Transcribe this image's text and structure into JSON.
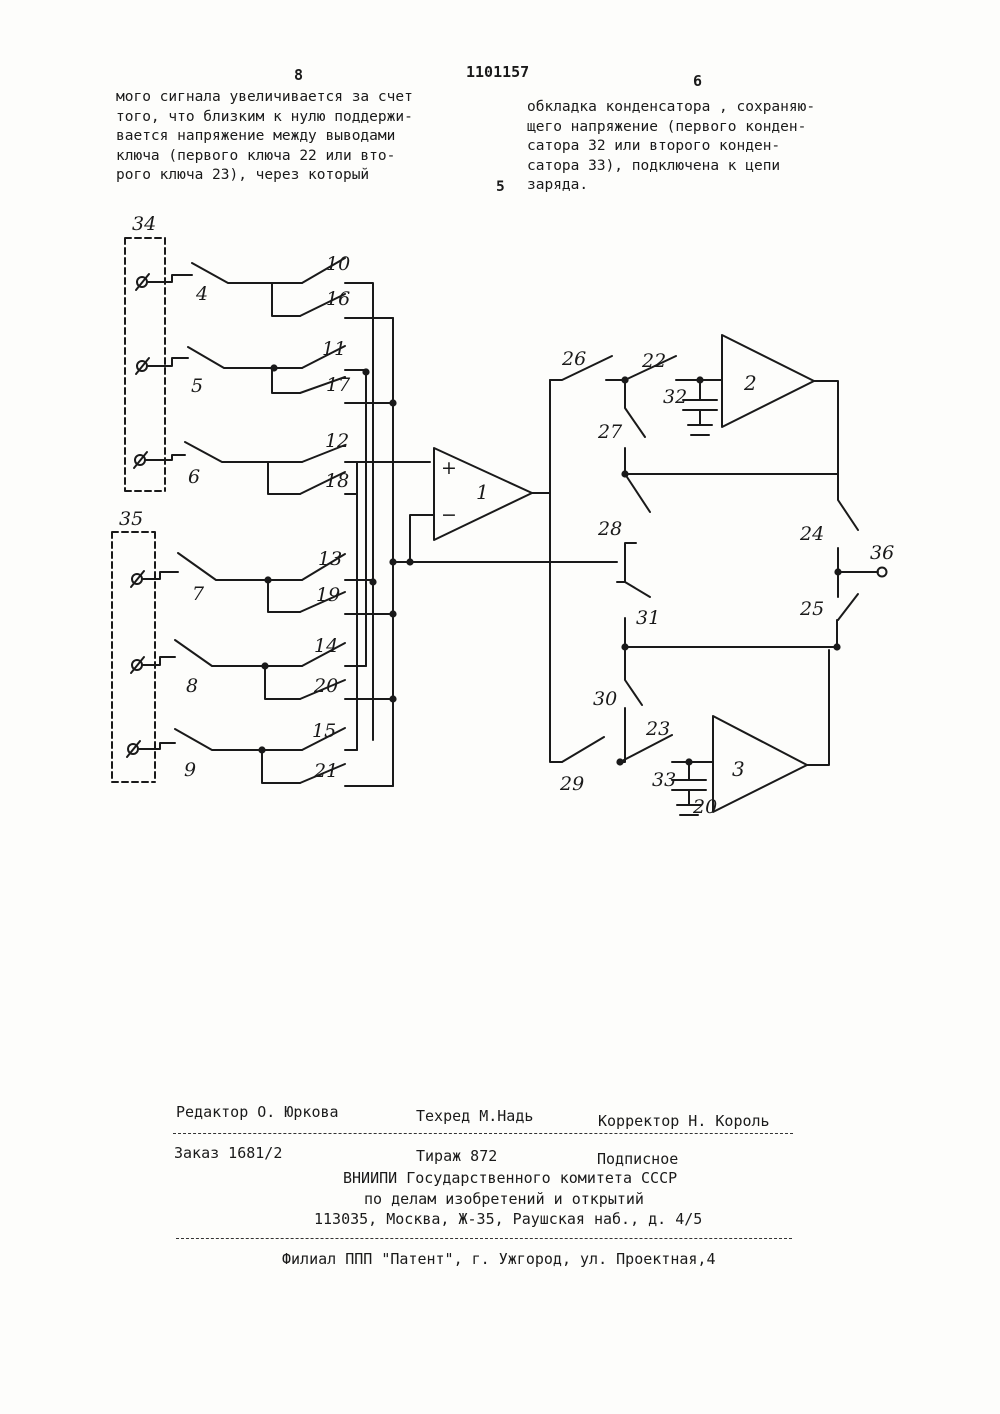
{
  "header": {
    "page_left": "8",
    "patent_number": "1101157",
    "page_right": "6"
  },
  "text": {
    "left_column": [
      "мого сигнала увеличивается за счет",
      "того, что близким к нулю поддержи-",
      "вается напряжение между выводами",
      "ключа (первого ключа 22 или вто-",
      "рого ключа 23), через который"
    ],
    "line_number": "5",
    "right_column": [
      "обкладка конденсатора , сохраняю-",
      "щего напряжение (первого конден-",
      "сатора 32 или второго конден-",
      "сатора 33), подключена к цепи",
      "заряда."
    ]
  },
  "diagram": {
    "labels": {
      "n34": "34",
      "n35": "35",
      "n4": "4",
      "n5": "5",
      "n6": "6",
      "n7": "7",
      "n8": "8",
      "n9": "9",
      "n10": "10",
      "n11": "11",
      "n12": "12",
      "n13": "13",
      "n14": "14",
      "n15": "15",
      "n16": "16",
      "n17": "17",
      "n18": "18",
      "n19": "19",
      "n20": "20",
      "n21": "21",
      "n1": "1",
      "n2": "2",
      "n3": "3",
      "n22": "22",
      "n23": "23",
      "n24": "24",
      "n25": "25",
      "n26": "26",
      "n27": "27",
      "n28": "28",
      "n29": "29",
      "n30": "30",
      "n31": "31",
      "n32": "32",
      "n33": "33",
      "n36": "36",
      "plus": "+",
      "minus": "−"
    }
  },
  "imprint": {
    "editor": "Редактор О. Юркова",
    "techred": "Техред М.Надь",
    "corrector": "Корректор Н. Король",
    "order": "Заказ 1681/2",
    "tirazh": "Тираж 872",
    "podpisnoe": "Подписное",
    "org1": "ВНИИПИ Государственного комитета СССР",
    "org2": "по делам изобретений и открытий",
    "address": "113035, Москва, Ж-35, Раушская наб., д. 4/5",
    "branch": "Филиал ППП \"Патент\", г. Ужгород, ул. Проектная,4"
  }
}
